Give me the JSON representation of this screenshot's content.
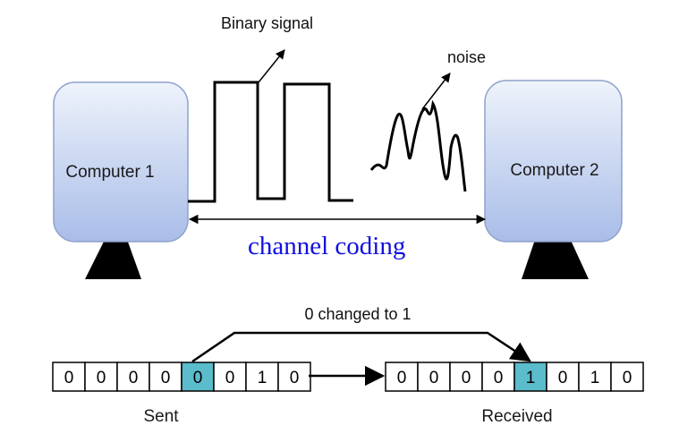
{
  "computers": {
    "left_label": "Computer 1",
    "right_label": "Computer 2",
    "box_fill_top": "#eef3fb",
    "box_fill_bottom": "#a9bde8",
    "stand_color": "#000000"
  },
  "annotations": {
    "binary_signal": "Binary signal",
    "noise": "noise",
    "channel": "channel coding",
    "channel_color": "#1010e0",
    "changed": "0 changed to 1"
  },
  "bit_strings": {
    "sent": {
      "label": "Sent",
      "bits": [
        "0",
        "0",
        "0",
        "0",
        "0",
        "0",
        "1",
        "0"
      ],
      "highlight_index": 4
    },
    "received": {
      "label": "Received",
      "bits": [
        "0",
        "0",
        "0",
        "0",
        "1",
        "0",
        "1",
        "0"
      ],
      "highlight_index": 4
    },
    "highlight_color": "#5bbccc"
  }
}
